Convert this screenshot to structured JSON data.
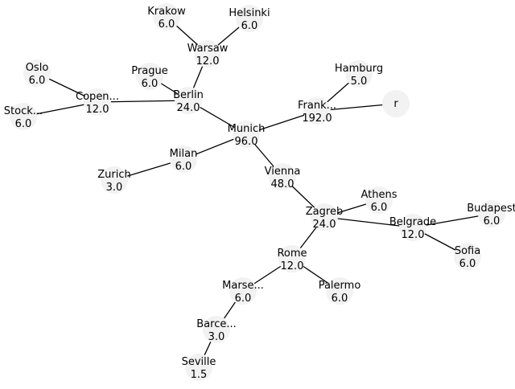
{
  "colors": {
    "node_fill": "#f2f2f2",
    "edge": "#000000",
    "text": "#000000",
    "background": "#ffffff"
  },
  "nodes": [
    {
      "id": "munich",
      "name": "Munich",
      "value": "96.0"
    },
    {
      "id": "frankfurt",
      "name": "Frank...",
      "value": "192.0"
    },
    {
      "id": "berlin",
      "name": "Berlin",
      "value": "24.0"
    },
    {
      "id": "warsaw",
      "name": "Warsaw",
      "value": "12.0"
    },
    {
      "id": "krakow",
      "name": "Krakow",
      "value": "6.0"
    },
    {
      "id": "helsinki",
      "name": "Helsinki",
      "value": "6.0"
    },
    {
      "id": "prague",
      "name": "Prague",
      "value": "6.0"
    },
    {
      "id": "copenhagen",
      "name": "Copen...",
      "value": "12.0"
    },
    {
      "id": "oslo",
      "name": "Oslo",
      "value": "6.0"
    },
    {
      "id": "stockholm",
      "name": "Stock...",
      "value": "6.0"
    },
    {
      "id": "hamburg",
      "name": "Hamburg",
      "value": "5.0"
    },
    {
      "id": "r",
      "name": "r",
      "value": ""
    },
    {
      "id": "milan",
      "name": "Milan",
      "value": "6.0"
    },
    {
      "id": "zurich",
      "name": "Zurich",
      "value": "3.0"
    },
    {
      "id": "vienna",
      "name": "Vienna",
      "value": "48.0"
    },
    {
      "id": "zagreb",
      "name": "Zagreb",
      "value": "24.0"
    },
    {
      "id": "athens",
      "name": "Athens",
      "value": "6.0"
    },
    {
      "id": "belgrade",
      "name": "Belgrade",
      "value": "12.0"
    },
    {
      "id": "budapest",
      "name": "Budapest",
      "value": "6.0"
    },
    {
      "id": "sofia",
      "name": "Sofia",
      "value": "6.0"
    },
    {
      "id": "rome",
      "name": "Rome",
      "value": "12.0"
    },
    {
      "id": "marseille",
      "name": "Marse...",
      "value": "6.0"
    },
    {
      "id": "palermo",
      "name": "Palermo",
      "value": "6.0"
    },
    {
      "id": "barcelona",
      "name": "Barce...",
      "value": "3.0"
    },
    {
      "id": "seville",
      "name": "Seville",
      "value": "1.5"
    }
  ],
  "edges": [
    [
      "munich",
      "frankfurt"
    ],
    [
      "munich",
      "berlin"
    ],
    [
      "munich",
      "milan"
    ],
    [
      "munich",
      "vienna"
    ],
    [
      "frankfurt",
      "hamburg"
    ],
    [
      "frankfurt",
      "r"
    ],
    [
      "berlin",
      "warsaw"
    ],
    [
      "berlin",
      "prague"
    ],
    [
      "berlin",
      "copenhagen"
    ],
    [
      "warsaw",
      "krakow"
    ],
    [
      "warsaw",
      "helsinki"
    ],
    [
      "copenhagen",
      "oslo"
    ],
    [
      "copenhagen",
      "stockholm"
    ],
    [
      "milan",
      "zurich"
    ],
    [
      "vienna",
      "zagreb"
    ],
    [
      "zagreb",
      "athens"
    ],
    [
      "zagreb",
      "belgrade"
    ],
    [
      "zagreb",
      "rome"
    ],
    [
      "belgrade",
      "budapest"
    ],
    [
      "belgrade",
      "sofia"
    ],
    [
      "rome",
      "marseille"
    ],
    [
      "rome",
      "palermo"
    ],
    [
      "marseille",
      "barcelona"
    ],
    [
      "barcelona",
      "seville"
    ]
  ]
}
